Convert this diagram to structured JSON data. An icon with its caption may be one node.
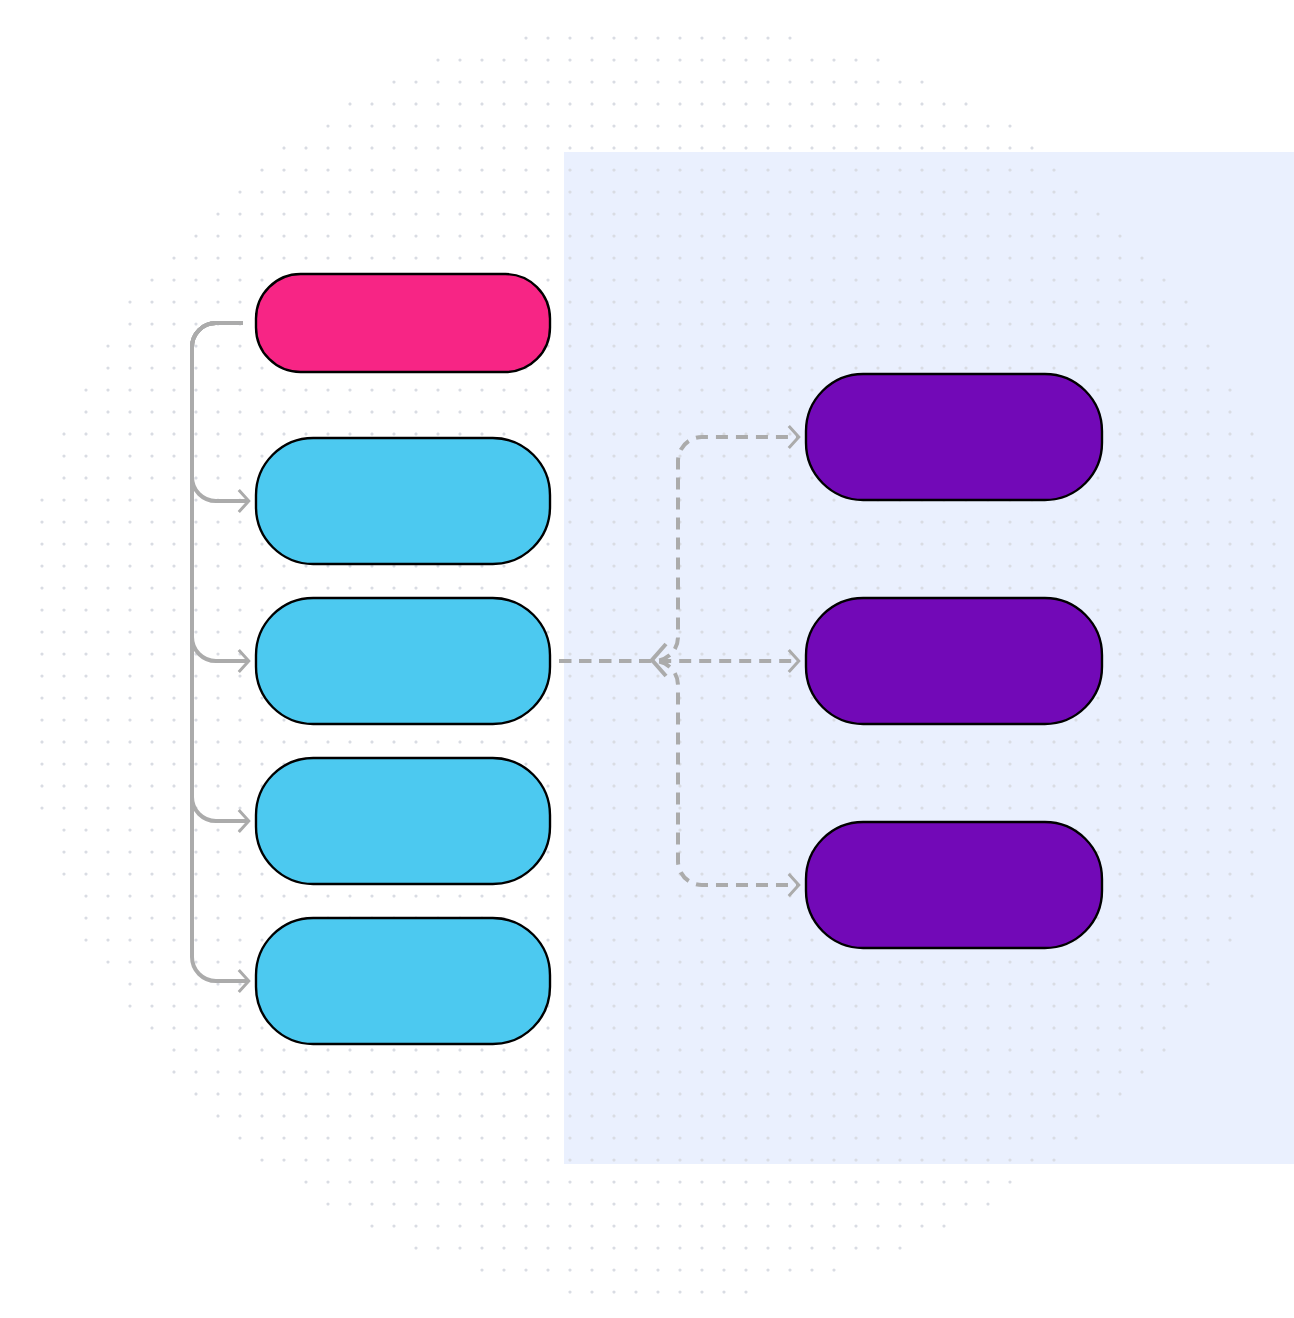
{
  "diagram": {
    "nodes": [
      {
        "text": [],
        "shape": "box"
      },
      {
        "text": [],
        "shape": "box"
      },
      {
        "text": [],
        "shape": "box"
      },
      {
        "text": [],
        "shape": "box"
      },
      {
        "text": [],
        "shape": "box"
      },
      {
        "text": [],
        "shape": "box"
      },
      {
        "text": [],
        "shape": "box"
      },
      {
        "text": [],
        "shape": "box"
      }
    ],
    "edges": [
      {
        "from": 0,
        "to": 1,
        "arrow": "to"
      },
      {
        "from": 0,
        "to": 2,
        "arrow": "to"
      },
      {
        "from": 0,
        "to": 3,
        "arrow": "to"
      },
      {
        "from": 0,
        "to": 4,
        "arrow": "to"
      },
      {
        "from": 2,
        "to": 5,
        "arrow": "to",
        "style": "dashed"
      },
      {
        "from": 2,
        "to": 6,
        "arrow": "to",
        "style": "dashed"
      },
      {
        "from": 2,
        "to": 7,
        "arrow": "to",
        "style": "dashed"
      }
    ]
  }
}
